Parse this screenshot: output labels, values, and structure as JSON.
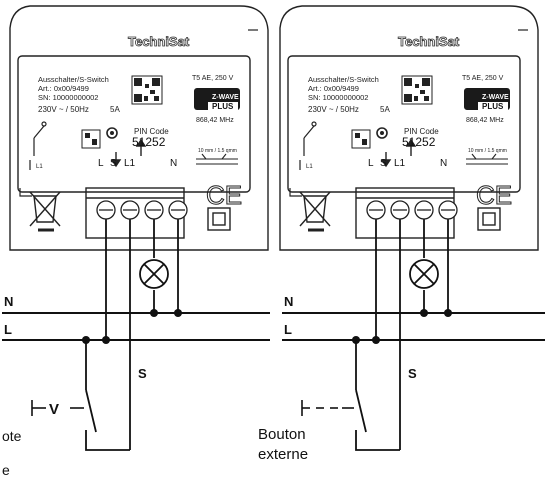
{
  "device": {
    "brand": "TechniSat",
    "product": "Ausschalter/S-Switch",
    "art": "Art.: 0x00/9499",
    "sn": "SN: 10000000002",
    "rating": "230V ~ / 50Hz",
    "current": "5A",
    "fuse": "T5 AE, 250 V",
    "zwave": "Z-WAVE",
    "plus": "PLUS",
    "frequency": "868,42 MHz",
    "pin_label": "PIN Code",
    "pin": "51252",
    "wire_spec": "10 mm / 1.5 qmm",
    "ce": "CE",
    "terminals": [
      "L",
      "S",
      "L1",
      "N"
    ],
    "sub_l": "L1"
  },
  "wires": {
    "n": "N",
    "l": "L",
    "s": "S"
  },
  "captions": {
    "left_1": "ote",
    "left_2": "e",
    "right_1": "Bouton",
    "right_2": "externe"
  }
}
